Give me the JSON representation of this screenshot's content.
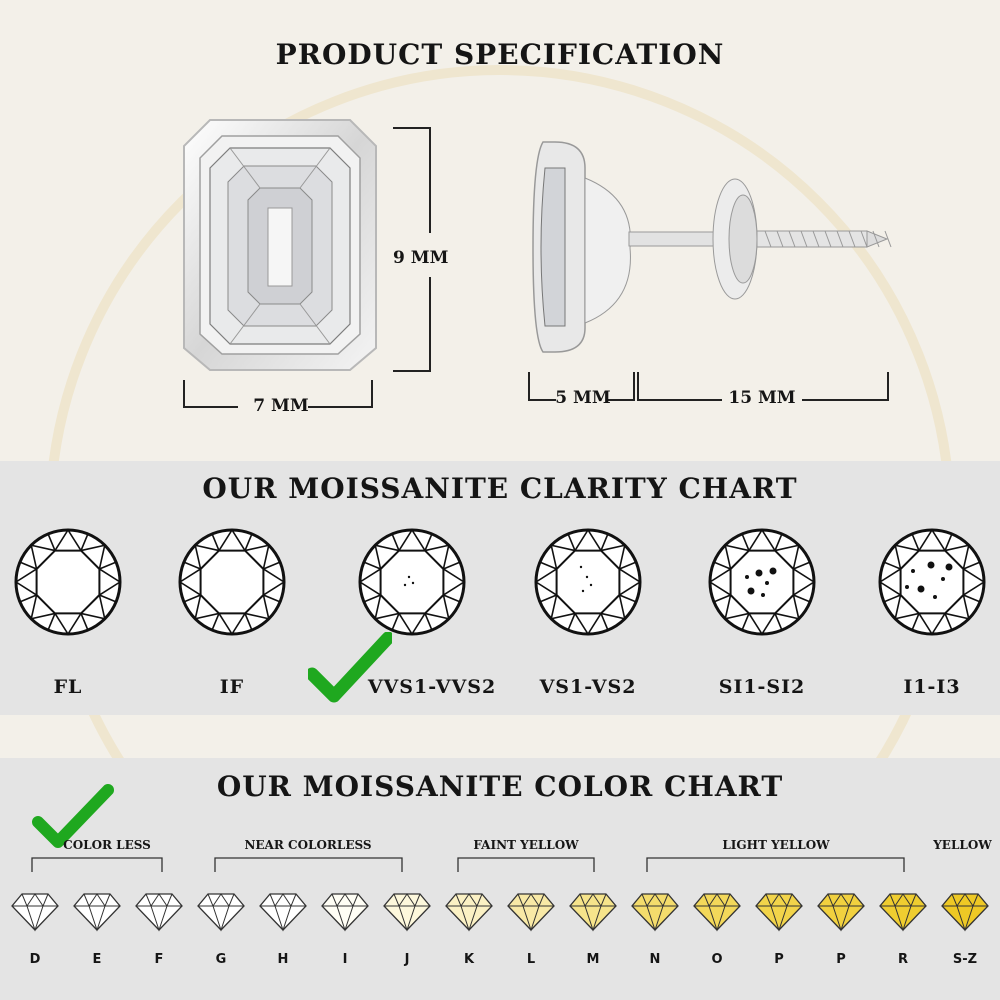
{
  "spec": {
    "title": "PRODUCT SPECIFICATION",
    "height_label": "9 MM",
    "width_label": "7 MM",
    "depth_label": "5 MM",
    "post_label": "15 MM"
  },
  "clarity": {
    "title": "OUR MOISSANITE CLARITY CHART",
    "grades": [
      "FL",
      "IF",
      "VVS1-VVS2",
      "VS1-VS2",
      "SI1-SI2",
      "I1-I3"
    ],
    "selected": "VVS1-VVS2"
  },
  "color": {
    "title": "OUR MOISSANITE COLOR CHART",
    "groups": [
      "COLOR LESS",
      "NEAR COLORLESS",
      "FAINT YELLOW",
      "LIGHT YELLOW",
      "YELLOW"
    ],
    "selected_group": "COLOR LESS",
    "grades": [
      "D",
      "E",
      "F",
      "G",
      "H",
      "I",
      "J",
      "K",
      "L",
      "M",
      "N",
      "O",
      "P",
      "P",
      "R",
      "S-Z"
    ],
    "fills": [
      "#ffffff",
      "#ffffff",
      "#ffffff",
      "#ffffff",
      "#ffffff",
      "#fffef5",
      "#fdf8dc",
      "#fbf1c4",
      "#f8e9a6",
      "#f6e48b",
      "#f4dc6c",
      "#f3d85a",
      "#f2d44a",
      "#f1d13f",
      "#efcd30",
      "#eec925"
    ]
  },
  "colors": {
    "check": "#1fa81f",
    "band": "#e4e4e4",
    "background": "#f3f0e9"
  }
}
